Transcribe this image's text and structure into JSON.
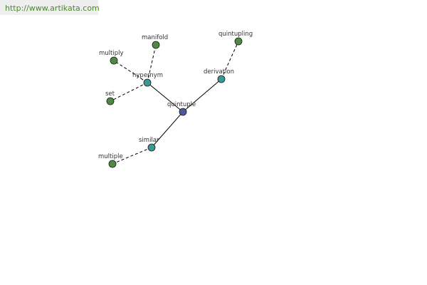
{
  "banner": {
    "url": "http://www.artikata.com"
  },
  "colors": {
    "center_node": "#4b5a9c",
    "relation_node": "#3a9a92",
    "leaf_node": "#4e8a42",
    "edge": "#000000",
    "banner_bg": "#eeeeee",
    "banner_text": "#4a8a2c"
  },
  "graph": {
    "nodes": [
      {
        "id": "quintuple",
        "label": "quintuple",
        "kind": "center"
      },
      {
        "id": "hypernym",
        "label": "hypernym",
        "kind": "relation"
      },
      {
        "id": "derivation",
        "label": "derivation",
        "kind": "relation"
      },
      {
        "id": "similar",
        "label": "similar",
        "kind": "relation"
      },
      {
        "id": "manifold",
        "label": "manifold",
        "kind": "leaf"
      },
      {
        "id": "multiply",
        "label": "multiply",
        "kind": "leaf"
      },
      {
        "id": "set",
        "label": "set",
        "kind": "leaf"
      },
      {
        "id": "quintupling",
        "label": "quintupling",
        "kind": "leaf"
      },
      {
        "id": "multiple",
        "label": "multiple",
        "kind": "leaf"
      }
    ],
    "edges": [
      {
        "from": "quintuple",
        "to": "hypernym",
        "style": "solid"
      },
      {
        "from": "quintuple",
        "to": "derivation",
        "style": "solid"
      },
      {
        "from": "quintuple",
        "to": "similar",
        "style": "solid"
      },
      {
        "from": "hypernym",
        "to": "manifold",
        "style": "dashed"
      },
      {
        "from": "hypernym",
        "to": "multiply",
        "style": "dashed"
      },
      {
        "from": "hypernym",
        "to": "set",
        "style": "dashed"
      },
      {
        "from": "derivation",
        "to": "quintupling",
        "style": "dashed"
      },
      {
        "from": "similar",
        "to": "multiple",
        "style": "dashed"
      }
    ]
  }
}
